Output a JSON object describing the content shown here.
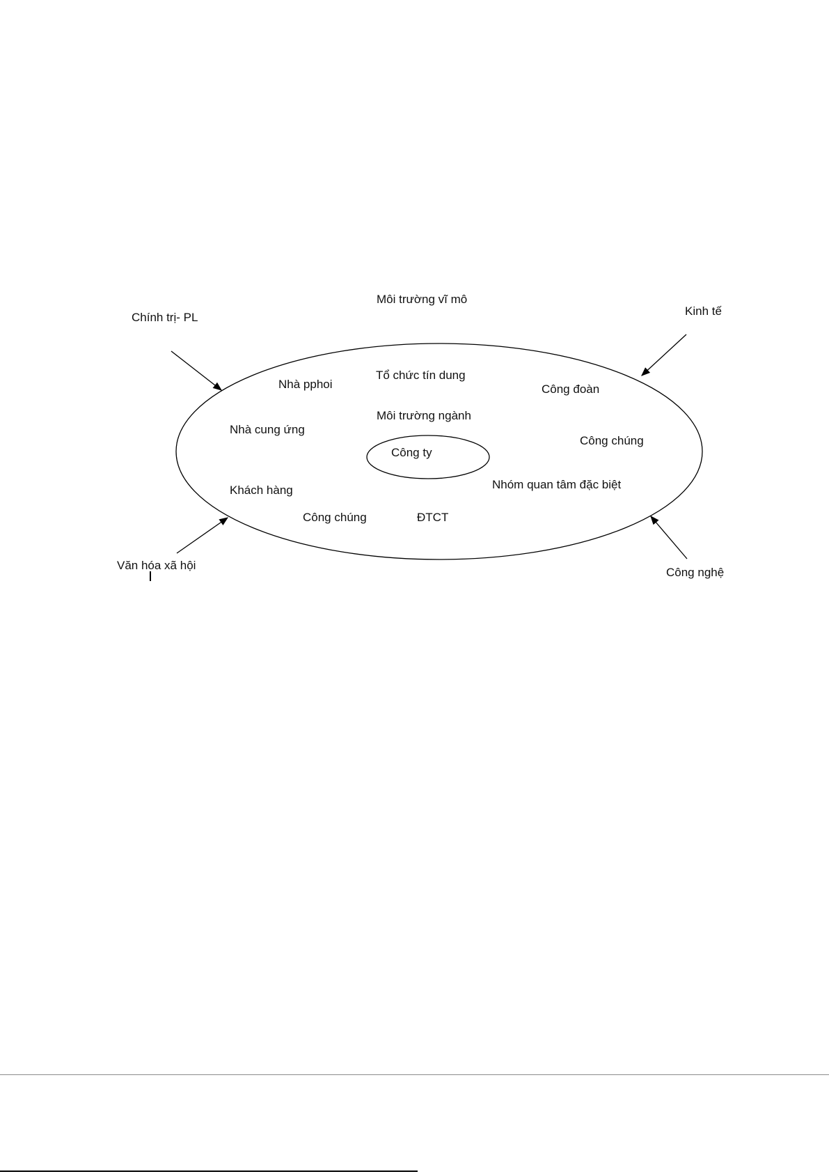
{
  "diagram": {
    "macro_title": "Môi trường vĩ mô",
    "industry_title": "Môi trường ngành",
    "center": "Công ty",
    "external_forces": [
      "Chính trị- PL",
      "Kinh tế",
      "Văn hóa xã hội",
      "Công nghệ"
    ],
    "industry_actors": [
      "Tổ chức tín dung",
      "Nhà pphoi",
      "Công đoàn",
      "Nhà cung ứng",
      "Công chúng",
      "Nhóm quan tâm đặc biệt",
      "Khách hàng",
      "Công chúng",
      "ĐTCT"
    ]
  }
}
